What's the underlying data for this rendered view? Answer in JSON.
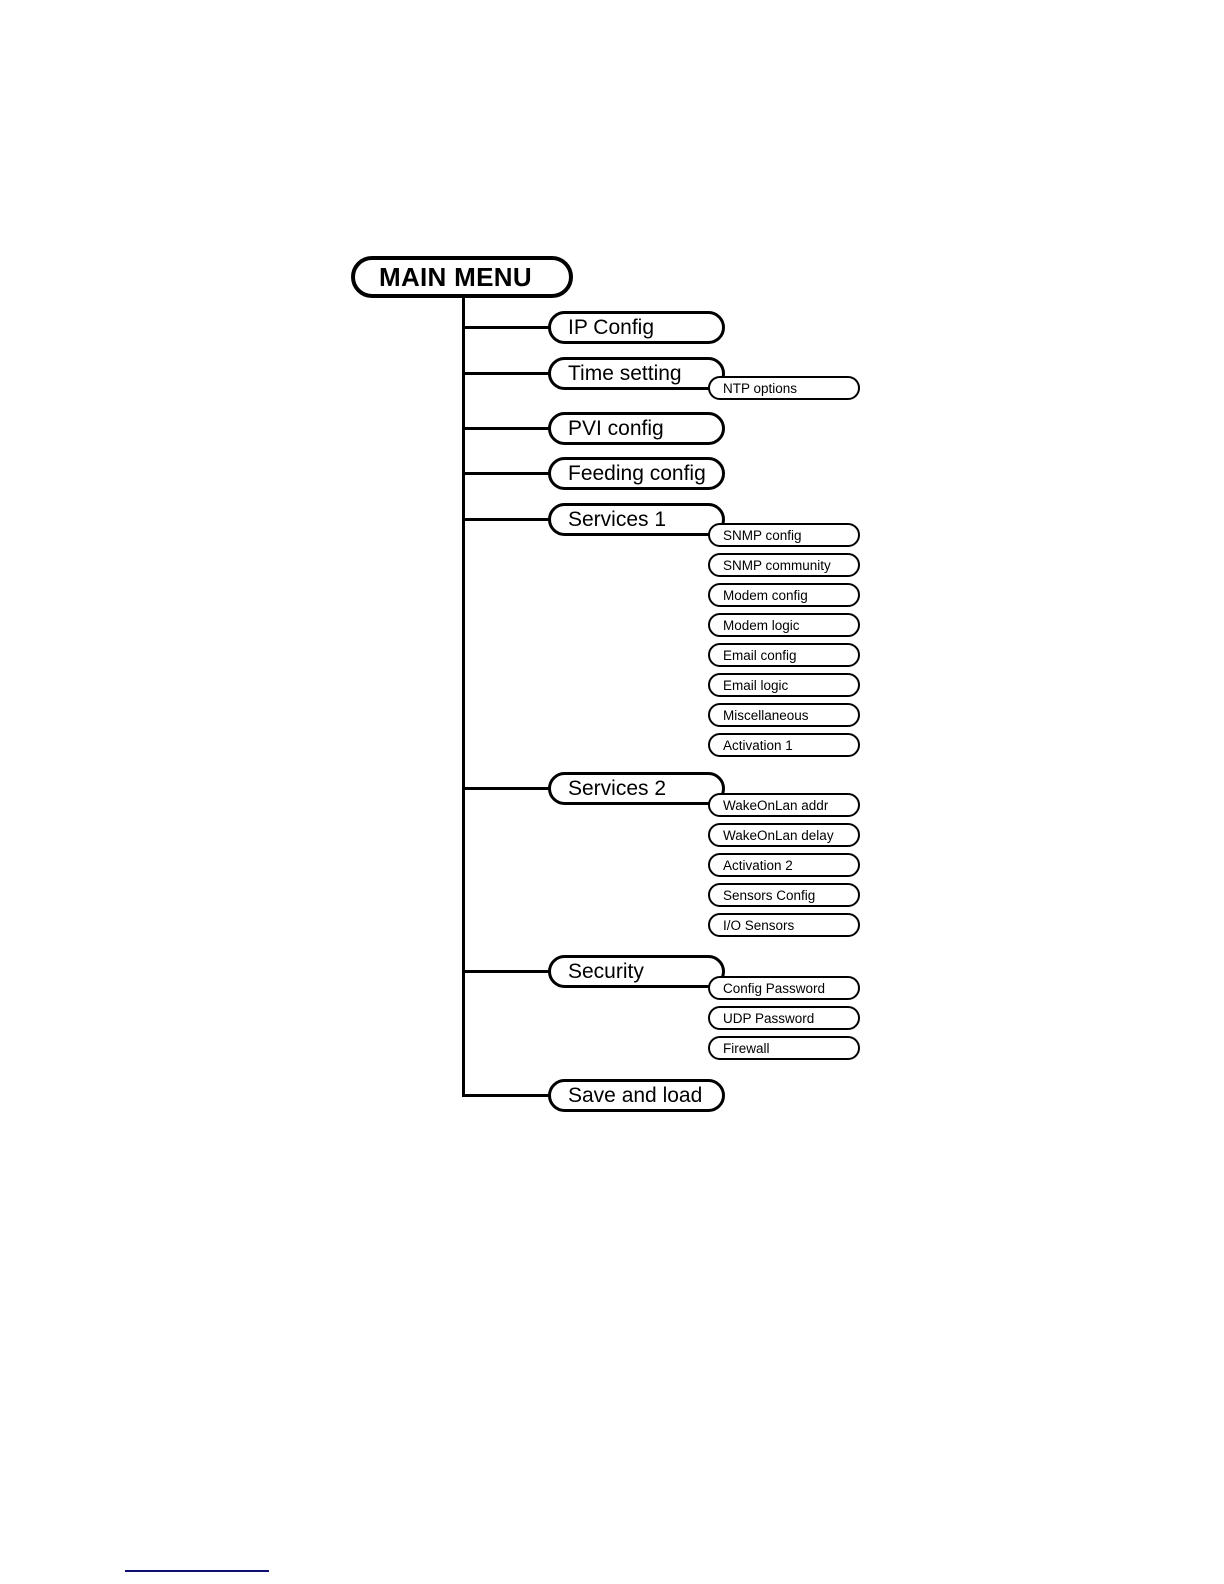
{
  "diagram": {
    "type": "menu-tree",
    "title": "MAIN MENU",
    "root": {
      "label": "MAIN MENU"
    },
    "branches": [
      {
        "label": "IP Config",
        "children": []
      },
      {
        "label": "Time setting",
        "children": [
          {
            "label": "NTP options"
          }
        ]
      },
      {
        "label": "PVI config",
        "children": []
      },
      {
        "label": "Feeding config",
        "children": []
      },
      {
        "label": "Services 1",
        "children": [
          {
            "label": "SNMP config"
          },
          {
            "label": "SNMP community"
          },
          {
            "label": "Modem config"
          },
          {
            "label": "Modem logic"
          },
          {
            "label": "Email config"
          },
          {
            "label": "Email logic"
          },
          {
            "label": "Miscellaneous"
          },
          {
            "label": "Activation 1"
          }
        ]
      },
      {
        "label": "Services 2",
        "children": [
          {
            "label": "WakeOnLan addr"
          },
          {
            "label": "WakeOnLan delay"
          },
          {
            "label": "Activation 2"
          },
          {
            "label": "Sensors Config"
          },
          {
            "label": "I/O Sensors"
          }
        ]
      },
      {
        "label": "Security",
        "children": [
          {
            "label": "Config Password"
          },
          {
            "label": "UDP Password"
          },
          {
            "label": "Firewall"
          }
        ]
      },
      {
        "label": "Save and load",
        "children": []
      }
    ]
  },
  "colors": {
    "stroke": "#000000",
    "background": "#ffffff",
    "footer_rule": "#101073"
  }
}
